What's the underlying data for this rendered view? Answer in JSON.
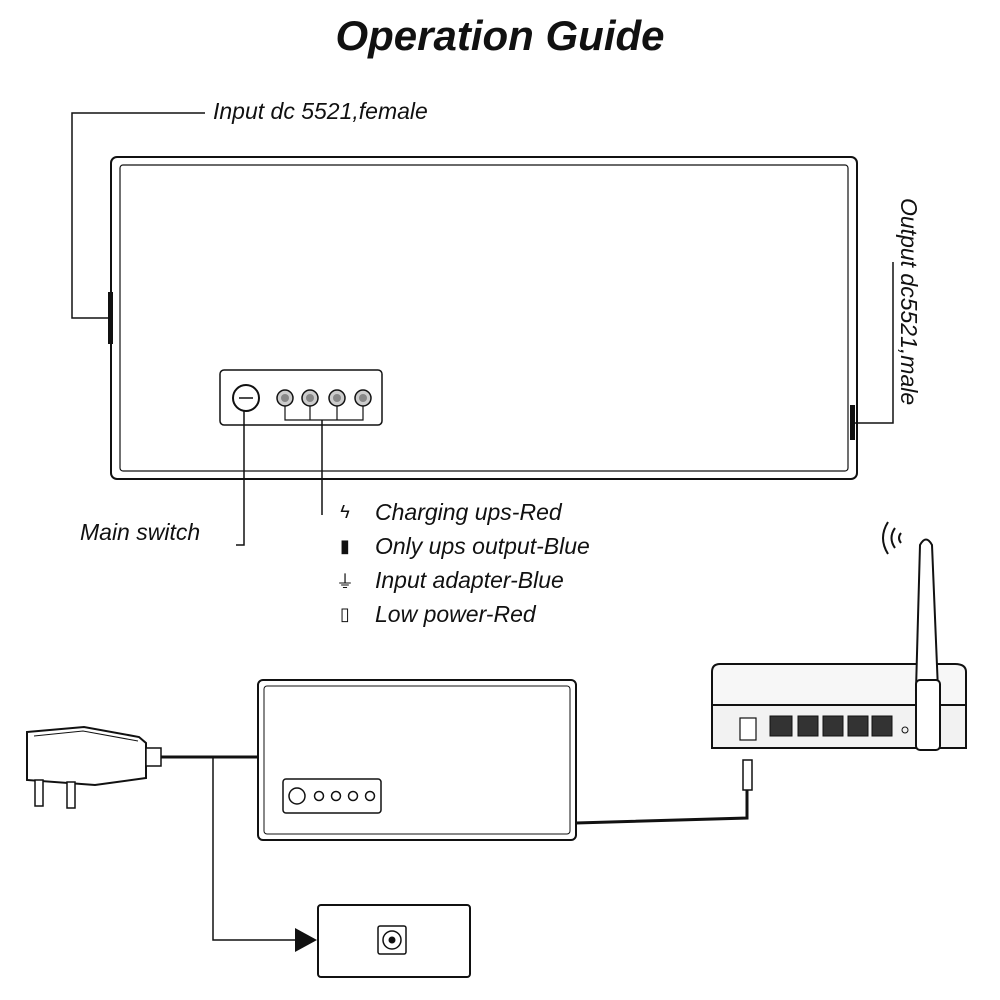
{
  "title": "Operation Guide",
  "labels": {
    "input": "Input dc 5521,female",
    "output": "Output dc5521,male",
    "main_switch": "Main switch"
  },
  "indicators": [
    {
      "icon": "lightning-icon",
      "glyph": "ϟ",
      "text": "Charging ups-Red"
    },
    {
      "icon": "battery-full-icon",
      "glyph": "▮",
      "text": "Only ups output-Blue"
    },
    {
      "icon": "plug-icon",
      "glyph": "⏚",
      "text": "Input adapter-Blue"
    },
    {
      "icon": "battery-low-icon",
      "glyph": "▯",
      "text": "Low power-Red"
    }
  ],
  "colors": {
    "line": "#111111",
    "panel_fill": "#ffffff",
    "router_body": "#f2f2f2"
  }
}
